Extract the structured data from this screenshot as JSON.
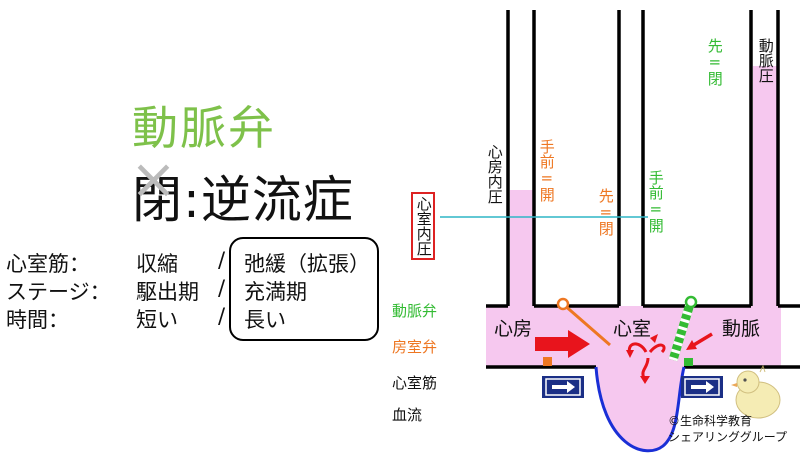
{
  "title": "動脈弁",
  "subtitle": {
    "closed_char": "閉",
    "rest": ":逆流症"
  },
  "table": {
    "rows": [
      {
        "label": "心室筋：",
        "left": "収縮",
        "sep": "/",
        "right": "弛緩（拡張）"
      },
      {
        "label": "ステージ：",
        "left": "駆出期",
        "sep": "/",
        "right": "充満期"
      },
      {
        "label": "時間：",
        "left": "短い",
        "sep": "/",
        "right": "長い"
      }
    ]
  },
  "pressure_labels": {
    "atrial": "心房内圧",
    "ventricular": "心室内圧",
    "arterial": "動脈圧"
  },
  "valve_state_labels": {
    "av_proximal": "手前=開",
    "av_distal": "先=閉",
    "art_proximal": "手前=開",
    "art_distal": "先=閉"
  },
  "chambers": {
    "atrium": "心房",
    "ventricle": "心室",
    "artery": "動脈"
  },
  "legend": [
    {
      "label": "動脈弁",
      "color": "#33bb33"
    },
    {
      "label": "房室弁",
      "color": "#ee7722"
    },
    {
      "label": "心室筋",
      "color": "#111111"
    },
    {
      "label": "血流",
      "color": "#111111"
    }
  ],
  "copyright": {
    "line1": "©生命科学教育",
    "line2": "シェアリンググループ"
  },
  "colors": {
    "blood": "#f6c8ef",
    "orange": "#ee7722",
    "green": "#33bb33",
    "red": "#e8141c",
    "navy": "#1b2f86",
    "blue": "#1a2fd6",
    "cyan": "#2fb6c6"
  }
}
